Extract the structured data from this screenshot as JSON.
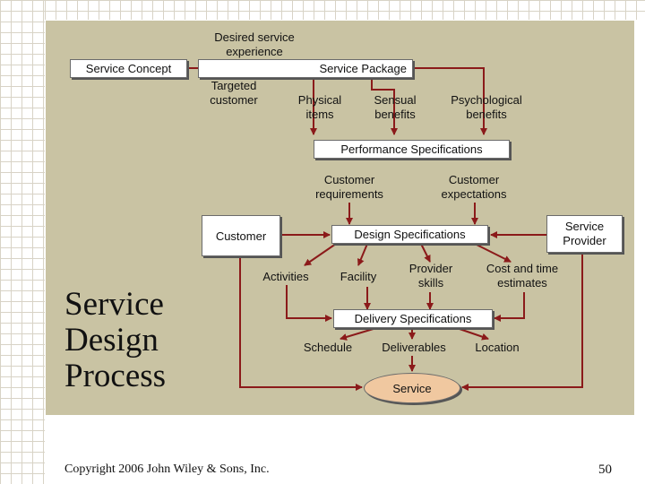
{
  "diagram": {
    "desired_experience": "Desired  service\nexperience",
    "service_concept": "Service Concept",
    "service_package": "Service Package",
    "targeted_customer": "Targeted\ncustomer",
    "physical_items": "Physical\nitems",
    "sensual_benefits": "Sensual\nbenefits",
    "psychological_benefits": "Psychological\nbenefits",
    "performance_specifications": "Performance Specifications",
    "customer_requirements": "Customer\nrequirements",
    "customer_expectations": "Customer\nexpectations",
    "customer": "Customer",
    "design_specifications": "Design Specifications",
    "service_provider": "Service\nProvider",
    "activities": "Activities",
    "facility": "Facility",
    "provider_skills": "Provider\nskills",
    "cost_time_estimates": "Cost and time\nestimates",
    "delivery_specifications": "Delivery Specifications",
    "schedule": "Schedule",
    "deliverables": "Deliverables",
    "location": "Location",
    "service": "Service"
  },
  "slide": {
    "title": "Service\nDesign\nProcess",
    "copyright": "Copyright 2006 John Wiley & Sons, Inc.",
    "page_number": "50"
  },
  "colors": {
    "panel": "#c9c3a3",
    "arrow": "#8b1a1a",
    "service_oval": "#f0c8a0"
  }
}
